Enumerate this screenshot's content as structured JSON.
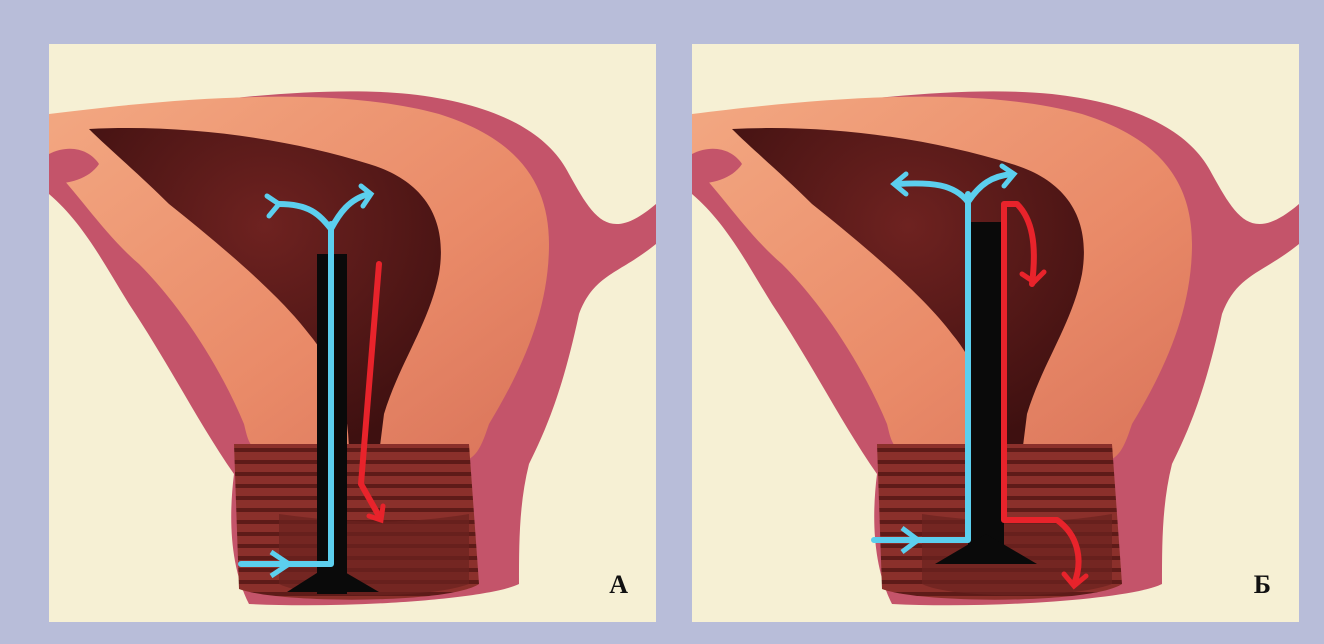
{
  "figure": {
    "panels": [
      {
        "id": "A",
        "label": "А"
      },
      {
        "id": "B",
        "label": "Б"
      }
    ],
    "colors": {
      "background": "#b8bdd9",
      "panel_bg": "#f6f0d4",
      "serosa": "#c4546a",
      "myometrium": "#ef9a78",
      "cavity": "#5a1a18",
      "cervix_rings": "#7a2a26",
      "instrument": "#0a0a0a",
      "inflow_arrow": "#5ccfee",
      "outflow_arrow": "#e8232b"
    }
  }
}
